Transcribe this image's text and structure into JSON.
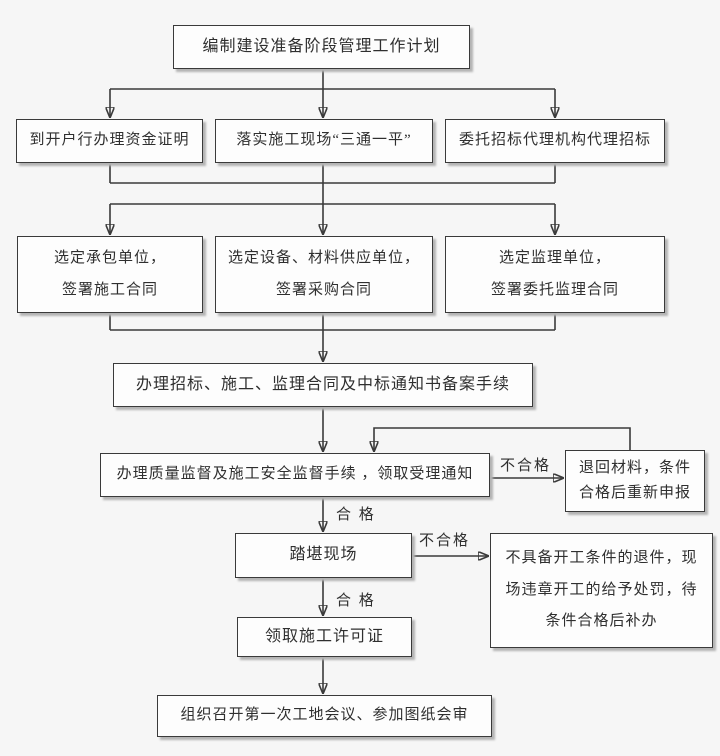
{
  "boxes": {
    "plan": "编制建设准备阶段管理工作计划",
    "fund": "到开户行办理资金证明",
    "site": "落实施工现场“三通一平”",
    "agency": "委托招标代理机构代理招标",
    "contractor": [
      "选定承包单位，",
      "签署施工合同"
    ],
    "supplier": [
      "选定设备、材料供应单位，",
      "签署采购合同"
    ],
    "supervisor": [
      "选定监理单位，",
      "签署委托监理合同"
    ],
    "filing": "办理招标、施工、监理合同及中标通知书备案手续",
    "quality": "办理质量监督及施工安全监督手续 ，领取受理通知",
    "return_materials": [
      "退回材料，条件",
      "合格后重新申报"
    ],
    "survey": "踏堪现场",
    "penalty": [
      "不具备开工条件的退件，现",
      "场违章开工的给予处罚，待",
      "条件合格后补办"
    ],
    "permit": "领取施工许可证",
    "meeting": "组织召开第一次工地会议、参加图纸会审"
  },
  "labels": {
    "pass_1": "合 格",
    "fail_1": "不合格",
    "pass_2": "合 格",
    "fail_2": "不合格"
  },
  "colors": {
    "background": "#f6f6f6",
    "box_fill": "#fdfdfd",
    "line": "#3a3a3a",
    "text": "#2f2f2f",
    "shadow": "#b4b4b4"
  }
}
